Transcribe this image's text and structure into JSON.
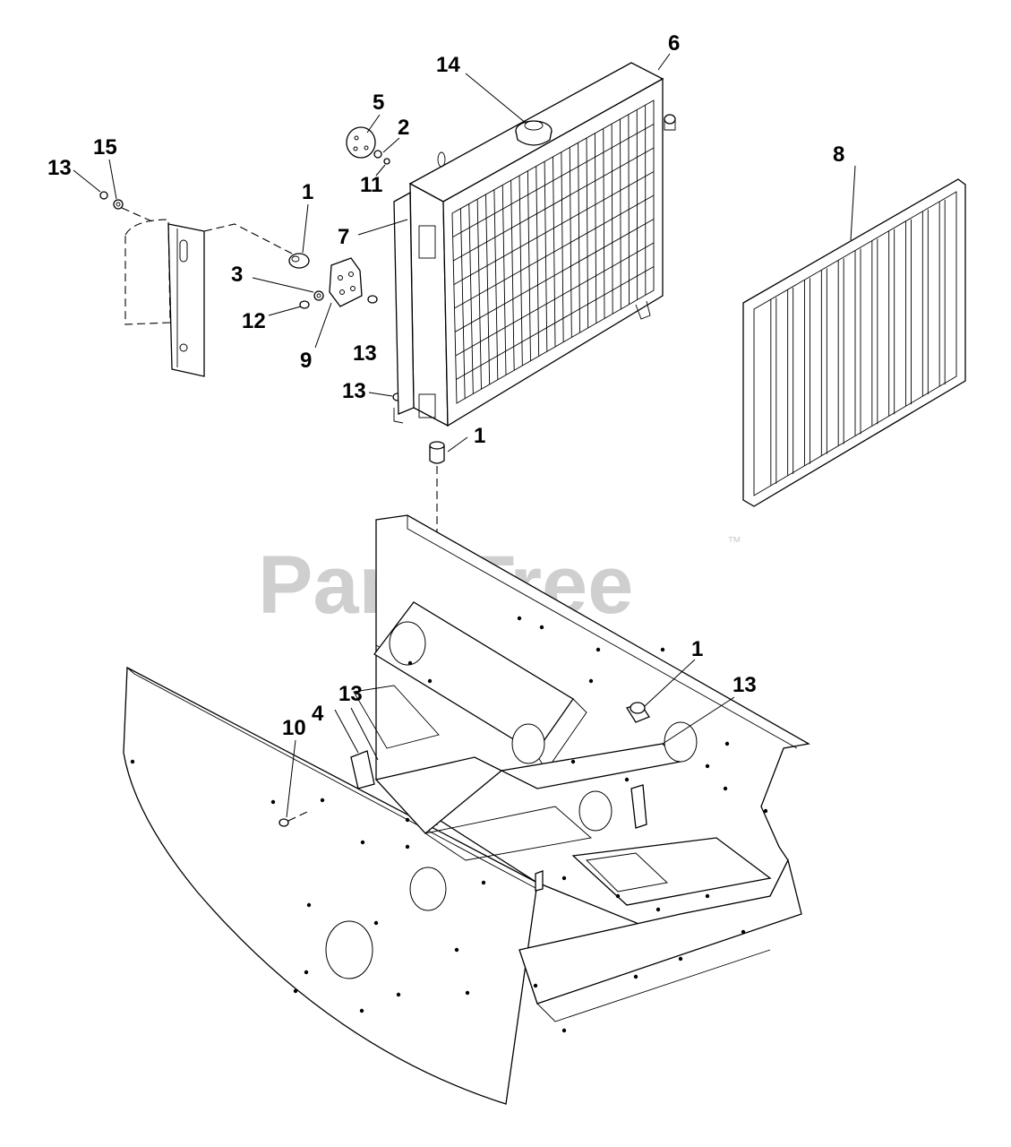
{
  "watermark": {
    "text": "PartsTree",
    "trademark": "™"
  },
  "callouts": {
    "c14": "14",
    "c6": "6",
    "c5": "5",
    "c2": "2",
    "c11": "11",
    "c13a": "13",
    "c15": "15",
    "c1a": "1",
    "c7": "7",
    "c8": "8",
    "c3": "3",
    "c12": "12",
    "c9": "9",
    "c13b": "13",
    "c13c": "13",
    "c1b": "1",
    "c1c": "1",
    "c13d": "13",
    "c13e": "13",
    "c4": "4",
    "c10": "10"
  }
}
